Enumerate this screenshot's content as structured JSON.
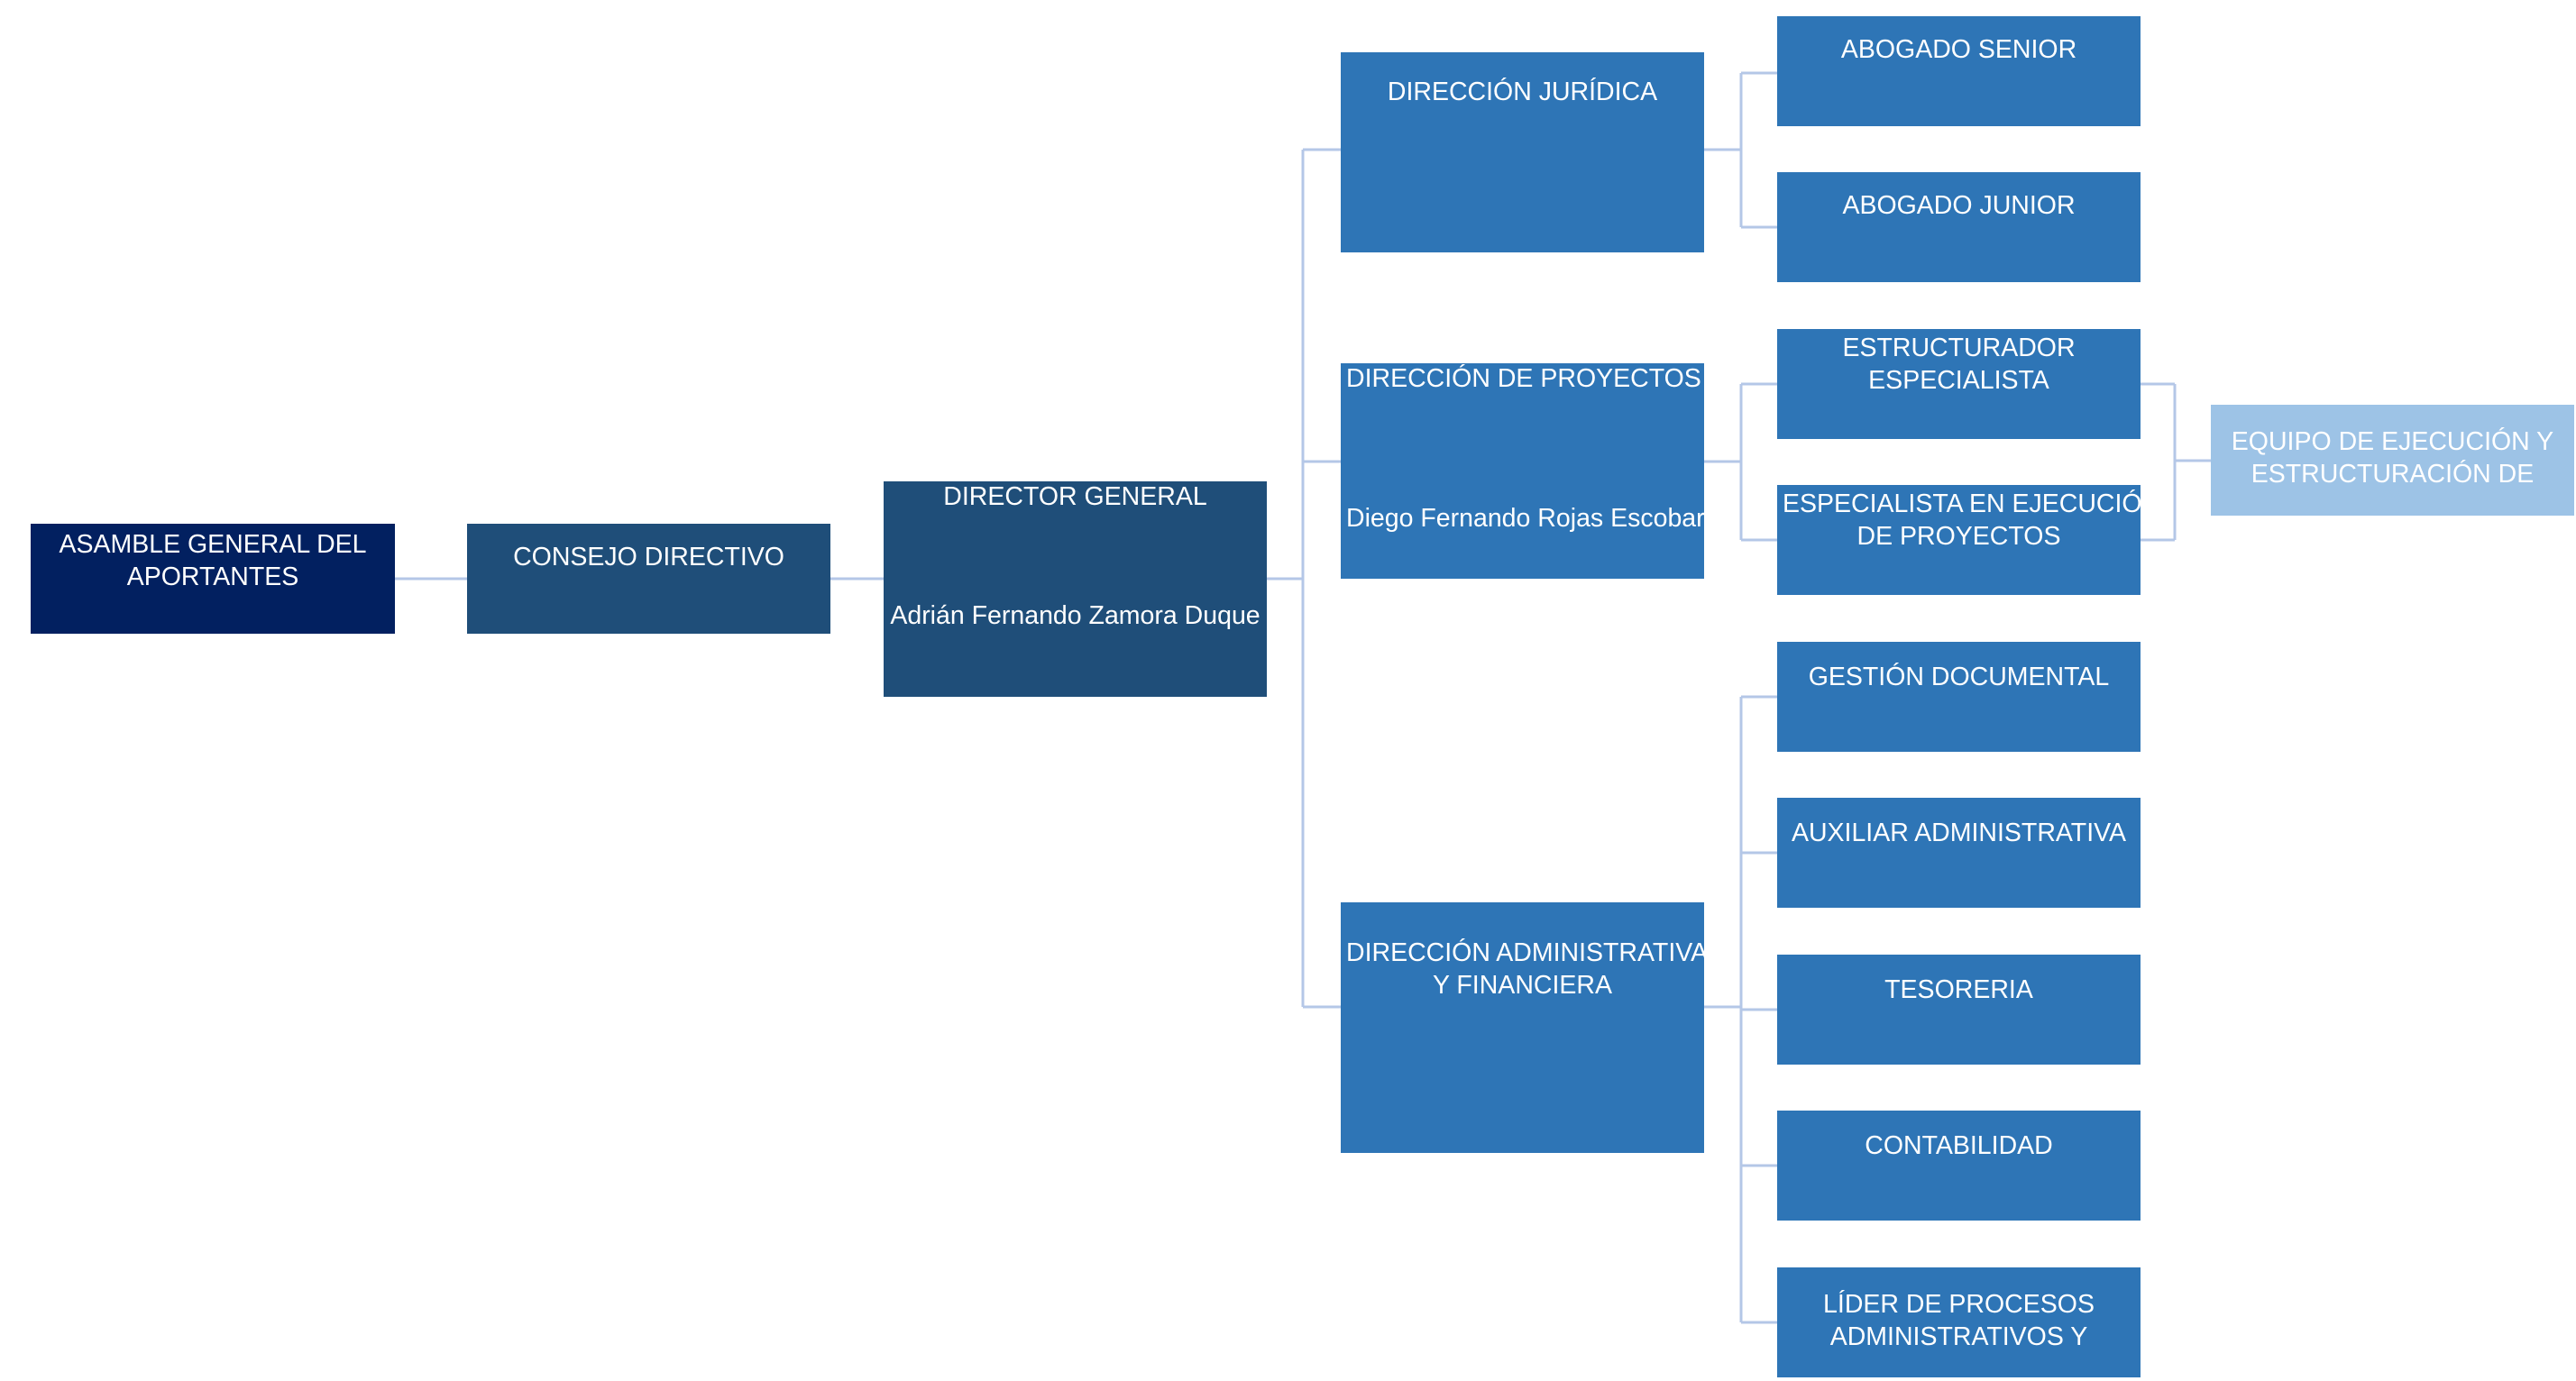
{
  "colors": {
    "asamblea": "#022060",
    "consejo_director": "#1f4e79",
    "area": "#2e75b6",
    "equipo": "#9dc3e6",
    "connector": "#b4c7e7",
    "text": "#ffffff"
  },
  "nodes": {
    "asamblea": {
      "lines": [
        "ASAMBLE GENERAL DEL",
        "APORTANTES"
      ]
    },
    "consejo": {
      "lines": [
        "CONSEJO DIRECTIVO"
      ]
    },
    "director": {
      "title": "DIRECTOR GENERAL",
      "name": "Adrián Fernando Zamora Duque"
    },
    "juridica": {
      "lines": [
        "DIRECCIÓN JURÍDICA"
      ]
    },
    "proyectos": {
      "title": "DIRECCIÓN DE PROYECTOS",
      "name": "Diego Fernando Rojas Escobar"
    },
    "admin": {
      "lines": [
        "DIRECCIÓN ADMINISTRATIVA",
        "Y FINANCIERA"
      ]
    },
    "abogado_senior": {
      "lines": [
        "ABOGADO SENIOR"
      ]
    },
    "abogado_junior": {
      "lines": [
        "ABOGADO JUNIOR"
      ]
    },
    "estructurador": {
      "lines": [
        "ESTRUCTURADOR",
        "ESPECIALISTA"
      ]
    },
    "especialista": {
      "lines": [
        "ESPECIALISTA EN EJECUCIÓN",
        "DE PROYECTOS"
      ]
    },
    "gestion": {
      "lines": [
        "GESTIÓN DOCUMENTAL"
      ]
    },
    "auxiliar": {
      "lines": [
        "AUXILIAR ADMINISTRATIVA"
      ]
    },
    "tesoreria": {
      "lines": [
        "TESORERIA"
      ]
    },
    "contabilidad": {
      "lines": [
        "CONTABILIDAD"
      ]
    },
    "lider": {
      "lines": [
        "LÍDER DE PROCESOS",
        "ADMINISTRATIVOS Y"
      ]
    },
    "equipo": {
      "lines": [
        "EQUIPO DE EJECUCIÓN Y",
        "ESTRUCTURACIÓN DE"
      ]
    }
  }
}
